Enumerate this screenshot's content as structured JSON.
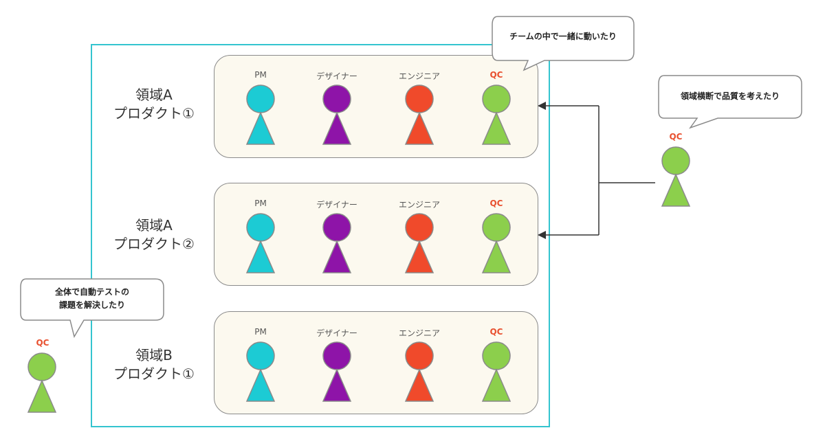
{
  "groups": [
    {
      "label_line1": "領域A",
      "label_line2": "プロダクト①"
    },
    {
      "label_line1": "領域A",
      "label_line2": "プロダクト②"
    },
    {
      "label_line1": "領域B",
      "label_line2": "プロダクト①"
    }
  ],
  "roles": [
    {
      "label": "PM",
      "color": "#1ccbd4"
    },
    {
      "label": "デザイナー",
      "color": "#8e14a8"
    },
    {
      "label": "エンジニア",
      "color": "#f04a2b"
    },
    {
      "label": "QC",
      "color": "#8ccf4c"
    }
  ],
  "callouts": {
    "team": "チームの中で一緒に動いたり",
    "cross": "領域横断で品質を考えたり",
    "automation_line1": "全体で自動テストの",
    "automation_line2": "課題を解決したり"
  },
  "external_qc": {
    "cross_label": "QC",
    "automation_label": "QC",
    "color": "#8ccf4c"
  },
  "colors": {
    "frame": "#33c4cf",
    "panel_bg": "#fcf9ef",
    "qc_text": "#e8502f"
  }
}
